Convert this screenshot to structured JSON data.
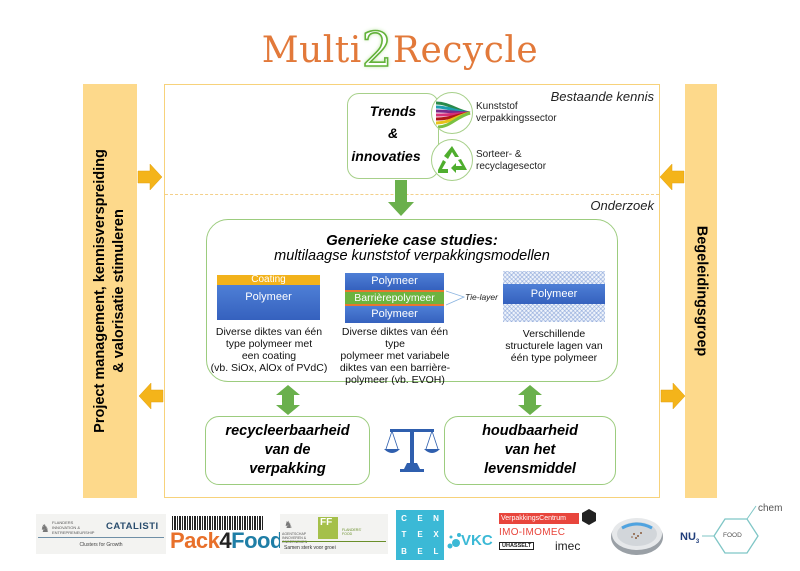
{
  "title": {
    "part1": "Multi",
    "part2": "2",
    "part3": "Recycle"
  },
  "colors": {
    "accent_orange": "#e2793a",
    "accent_green": "#63b23a",
    "sidebar_yellow": "#fdd98b",
    "arrow_yellow": "#f4b41a",
    "polymer_blue": "#3f6fcc",
    "coating_yellow": "#f2b21b",
    "barrier_green": "#6cb33f",
    "tie_orange": "#e8772e"
  },
  "sidebars": {
    "left": {
      "line1": "Project management, kennisverspreiding",
      "line2": "& valorisatie stimuleren"
    },
    "right": {
      "label": "Begeleidingsgroep"
    }
  },
  "sections": {
    "top": "Bestaande kennis",
    "bottom": "Onderzoek"
  },
  "trends": {
    "line1": "Trends",
    "line2": "&",
    "line3": "innovaties",
    "sources": [
      {
        "icon": "colorful-ribbons-icon",
        "line1": "Kunststof",
        "line2": "verpakkingssector"
      },
      {
        "icon": "recycle-icon",
        "line1": "Sorteer- &",
        "line2": "recyclagesector"
      }
    ]
  },
  "case_studies": {
    "title": "Generieke case studies:",
    "subtitle": "multilaagse kunststof verpakkingsmodellen",
    "models": [
      {
        "layers": [
          "Coating",
          "Polymeer"
        ],
        "desc": [
          "Diverse diktes van één",
          "type polymeer met",
          "een coating",
          "(vb. SiOx, AlOx of PVdC)"
        ]
      },
      {
        "layers": [
          "Polymeer",
          "Barrièrepolymeer",
          "Polymeer"
        ],
        "tie_label": "Tie-layer",
        "desc": [
          "Diverse diktes van één type",
          "polymeer met variabele",
          "diktes van een barrière-",
          "polymeer (vb. EVOH)"
        ]
      },
      {
        "layers": [
          "Polymeer"
        ],
        "desc": [
          "Verschillende",
          "structurele lagen van",
          "één type polymeer"
        ]
      }
    ]
  },
  "results": {
    "left": [
      "recycleerbaarheid",
      "van de",
      "verpakking"
    ],
    "right": [
      "houdbaarheid",
      "van het",
      "levensmiddel"
    ]
  },
  "partners": {
    "catalisti": {
      "org1": "FLANDERS",
      "org2": "INNOVATION &",
      "org3": "ENTREPRENEURSHIP",
      "name": "CATALISTI",
      "tagline": "Clusters for Growth"
    },
    "pack4food": {
      "part1": "Pack",
      "part2": "4",
      "part3": "Food"
    },
    "vlaio": {
      "l1": "AGENTSCHAP",
      "l2": "INNOVEREN &",
      "l3": "ONDERNEMEN",
      "ff": "FF",
      "ff_sub1": "FLANDERS'",
      "ff_sub2": "FOOD",
      "tagline": "Samen sterk voor groei"
    },
    "centexbel": {
      "letters": [
        "C",
        "E",
        "N",
        "T",
        "E",
        "X",
        "B",
        "E",
        "L"
      ]
    },
    "vkc": {
      "name": "VKC"
    },
    "verpakkingscentrum": {
      "name": "VerpakkingsCentrum",
      "imo": "IMO-IMOMEC",
      "uhasselt": "UHASSELT",
      "imec": "imec"
    },
    "nu3": {
      "nu": "NU",
      "sub": "3",
      "food": "FOOD",
      "chem": "chem"
    }
  }
}
